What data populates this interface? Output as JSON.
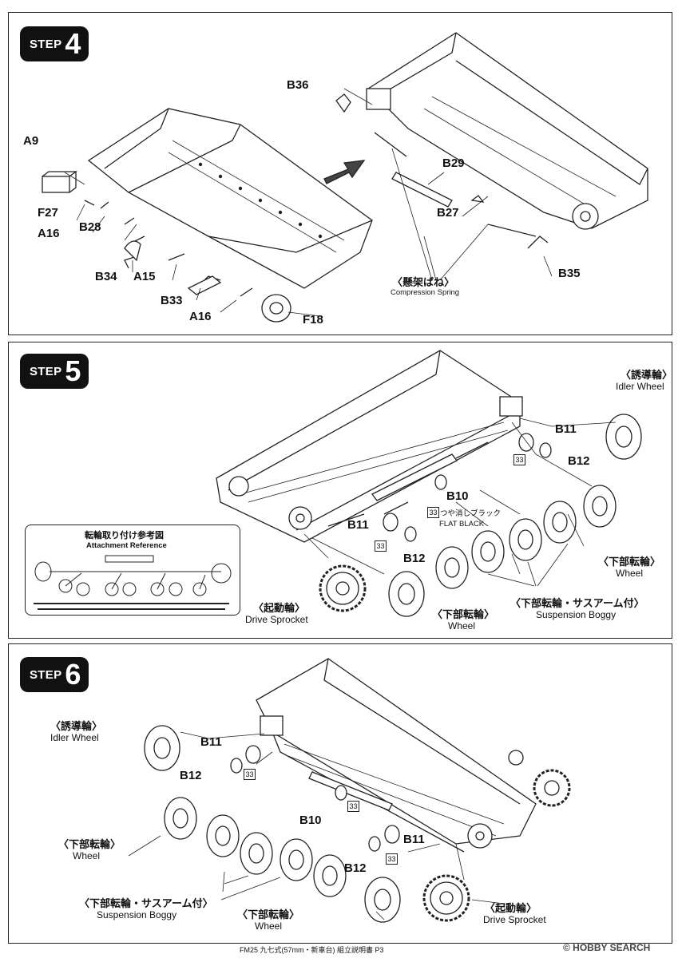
{
  "steps": {
    "step4": {
      "word": "STEP",
      "num": "4"
    },
    "step5": {
      "word": "STEP",
      "num": "5"
    },
    "step6": {
      "word": "STEP",
      "num": "6"
    }
  },
  "parts4": {
    "a9": "A9",
    "f27": "F27",
    "a16a": "A16",
    "b28": "B28",
    "b34": "B34",
    "a15": "A15",
    "b33": "B33",
    "a16b": "A16",
    "f18": "F18",
    "b36": "B36",
    "b29": "B29",
    "b27": "B27",
    "b35": "B35"
  },
  "spring": {
    "jp": "〈懸架ばね〉",
    "en": "Compression Spring"
  },
  "parts5": {
    "b11a": "B11",
    "b12a": "B12",
    "b10": "B10",
    "b11b": "B11",
    "b12b": "B12"
  },
  "finish": {
    "code": "33",
    "jp": "つや消しブラック",
    "en": "FLAT BLACK"
  },
  "reference": {
    "jp": "転輪取り付け参考図",
    "en": "Attachment Reference"
  },
  "labels5": {
    "idler_jp": "〈誘導輪〉",
    "idler_en": "Idler Wheel",
    "wheel_jp": "〈下部転輪〉",
    "wheel_en": "Wheel",
    "boggy_jp": "〈下部転輪・サスアーム付〉",
    "boggy_en": "Suspension Boggy",
    "wheel2_jp": "〈下部転輪〉",
    "wheel2_en": "Wheel",
    "sprocket_jp": "〈起動輪〉",
    "sprocket_en": "Drive Sprocket"
  },
  "parts6": {
    "b11a": "B11",
    "b12a": "B12",
    "b10": "B10",
    "b11b": "B11",
    "b12b": "B12"
  },
  "labels6": {
    "idler_jp": "〈誘導輪〉",
    "idler_en": "Idler Wheel",
    "wheel_jp": "〈下部転輪〉",
    "wheel_en": "Wheel",
    "boggy_jp": "〈下部転輪・サスアーム付〉",
    "boggy_en": "Suspension Boggy",
    "wheel2_jp": "〈下部転輪〉",
    "wheel2_en": "Wheel",
    "sprocket_jp": "〈起動輪〉",
    "sprocket_en": "Drive Sprocket"
  },
  "footer": "FM25 九七式(57mm・新車台) 組立説明書 P3",
  "watermark": "© HOBBY SEARCH"
}
